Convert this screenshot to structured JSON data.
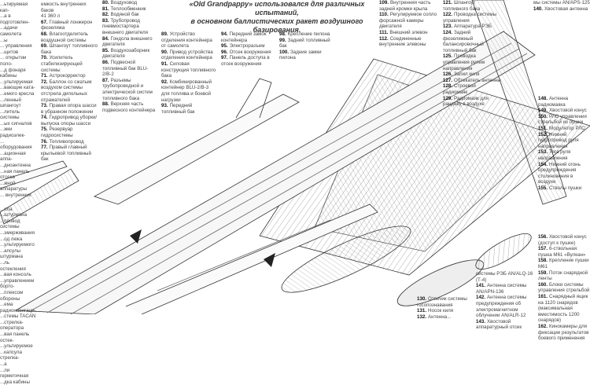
{
  "caption": [
    "«Old Grandpappy» использовался для различных испытаний,",
    "в основном баллистических ракет воздушного базирования."
  ],
  "col_left_top": [
    {
      "n": "",
      "t": "...ьтируемая кап-"
    },
    {
      "n": "",
      "t": "...а в подготовлен-"
    },
    {
      "n": "",
      "t": "...адачи самолета"
    },
    {
      "n": "",
      "t": "...ы"
    },
    {
      "n": "",
      "t": "... управления"
    },
    {
      "n": "",
      "t": "...щитов"
    },
    {
      "n": "",
      "t": "... открытии поло-"
    },
    {
      "n": "",
      "t": "...д фонаря кабины"
    },
    {
      "n": "",
      "t": "...ультируемая"
    },
    {
      "n": "",
      "t": "...вающие ката-"
    },
    {
      "n": "",
      "t": "...емого кресла"
    },
    {
      "n": "",
      "t": "...ленный шпангоут"
    },
    {
      "n": "",
      "t": "...литель системы"
    },
    {
      "n": "",
      "t": "...ых сигналов"
    },
    {
      "n": "",
      "t": "...жки радиоэлек-"
    },
    {
      "n": "",
      "t": "... оборудования"
    },
    {
      "n": "",
      "t": "...ационная аппа-"
    },
    {
      "n": "",
      "t": "...дноантенна"
    },
    {
      "n": "",
      "t": "...ная панель отсека"
    },
    {
      "n": "",
      "t": "...жной аппаратуры"
    },
    {
      "n": "",
      "t": "... внутренних"
    }
  ],
  "col_left_bottom": [
    {
      "n": "",
      "t": "...ола"
    },
    {
      "n": "",
      "t": "...штурмана"
    },
    {
      "n": "",
      "t": "...провод системы"
    },
    {
      "n": "",
      "t": "...эмерживания"
    },
    {
      "n": "",
      "t": "...од люка"
    },
    {
      "n": "",
      "t": "...ультируемого"
    },
    {
      "n": "",
      "t": "...апсулы штурмана"
    },
    {
      "n": "",
      "t": "...ль остекления"
    },
    {
      "n": "",
      "t": "...вая консоль"
    },
    {
      "n": "",
      "t": "...управлением борто-"
    },
    {
      "n": "",
      "t": "...плексом обороны"
    },
    {
      "n": "",
      "t": "...ема радионавигаци-"
    },
    {
      "n": "",
      "t": "...стемы TACAN"
    },
    {
      "n": "",
      "t": "...стрелка-оператора"
    },
    {
      "n": "",
      "t": "...вая панель остек-"
    },
    {
      "n": "",
      "t": "...ультируемое"
    },
    {
      "n": "",
      "t": "...капсула стрелка-"
    },
    {
      "n": "",
      "t": "...а"
    },
    {
      "n": "",
      "t": "...ли герметичная"
    },
    {
      "n": "",
      "t": "...дка кабины"
    }
  ],
  "col2": [
    {
      "n": "",
      "t": "емкость внутренних баков"
    },
    {
      "n": "",
      "t": "41 360 л"
    },
    {
      "n": "67.",
      "t": "Главный лонжерон фюзеляжа"
    },
    {
      "n": "68.",
      "t": "Влагоотделитель воздушной системы"
    },
    {
      "n": "69.",
      "t": "Шпангоут топливного бака"
    },
    {
      "n": "70.",
      "t": "Усилитель стабилизирующей системы"
    },
    {
      "n": "71.",
      "t": "Астрокорректор"
    },
    {
      "n": "72.",
      "t": "Баллон со сжатым воздухом системы отстрела дипольных отражателей"
    },
    {
      "n": "73.",
      "t": "Правая опора шасси в убранном положении"
    },
    {
      "n": "74.",
      "t": "Гидропривод уборки/выпуска опоры шасси"
    },
    {
      "n": "75.",
      "t": "Резервуар гидросистемы"
    },
    {
      "n": "76.",
      "t": "Топливопровод"
    },
    {
      "n": "77.",
      "t": "Правый главный крыльевой топливный бак"
    }
  ],
  "col3": [
    {
      "n": "80.",
      "t": "Воздуховод"
    },
    {
      "n": "81.",
      "t": "Теплообменник"
    },
    {
      "n": "82.",
      "t": "Водяной бак"
    },
    {
      "n": "83.",
      "t": "Трубопровод пневмостартера внешнего двигателя"
    },
    {
      "n": "84.",
      "t": "Гондола внешнего двигателя"
    },
    {
      "n": "85.",
      "t": "Воздухозаборник двигателя"
    },
    {
      "n": "86.",
      "t": "Подвесной топливный бак BLU-2/B-2"
    },
    {
      "n": "87.",
      "t": "Разъемы трубопроводной и электрической систем топливного бака"
    },
    {
      "n": "88.",
      "t": "Верхняя часть подвесного контейнера"
    }
  ],
  "col4": [
    {
      "n": "89.",
      "t": "Устройство отделения контейнера от самолета"
    },
    {
      "n": "90.",
      "t": "Привод устройства отделения контейнера"
    },
    {
      "n": "91.",
      "t": "Силовая конструкция топливного бака"
    },
    {
      "n": "92.",
      "t": "Комбинированный контейнер BLU-2/B-3 для топлива и боевой нагрузки"
    },
    {
      "n": "93.",
      "t": "Передний топливный бак"
    }
  ],
  "col5": [
    {
      "n": "94.",
      "t": "Передний замок контейнера"
    },
    {
      "n": "95.",
      "t": "Электроразъем"
    },
    {
      "n": "96.",
      "t": "Отсек вооружения"
    },
    {
      "n": "97.",
      "t": "Панель доступа в отсек вооружения"
    }
  ],
  "col6": [
    {
      "n": "98.",
      "t": "Крепление пилона"
    },
    {
      "n": "99.",
      "t": "Задний топливный бак"
    },
    {
      "n": "100.",
      "t": "Задние замки пилона"
    }
  ],
  "col7": [
    {
      "n": "109.",
      "t": "Внутренняя часть задней кромки крыла"
    },
    {
      "n": "110.",
      "t": "Регулируемое сопло форсажной камеры двигателя"
    },
    {
      "n": "111.",
      "t": "Внешний элевон"
    },
    {
      "n": "112.",
      "t": "Соединенные внутренние элевоны"
    }
  ],
  "col8": [
    {
      "n": "121.",
      "t": "Шпангоут топливного бака"
    },
    {
      "n": "122.",
      "t": "Проводка системы управления"
    },
    {
      "n": "123.",
      "t": "Аппаратура РЭБ"
    },
    {
      "n": "124.",
      "t": "Задний фюзеляжный балансировочный топливный бак"
    },
    {
      "n": "125.",
      "t": "Проводка управления рулем направления"
    },
    {
      "n": "126.",
      "t": "Запил киля"
    },
    {
      "n": "127.",
      "t": "Обтекатель антенны"
    },
    {
      "n": "128.",
      "t": "Строевой радиомаяк"
    },
    {
      "n": "129.",
      "t": "Радиомаяк для рандеву в воздухе"
    }
  ],
  "col9": [
    {
      "n": "",
      "t": "мы системы AN/APS-125"
    },
    {
      "n": "140.",
      "t": "Хвостовая антенна"
    }
  ],
  "col10": [
    {
      "n": "148.",
      "t": "Антенна радиомаяка"
    },
    {
      "n": "149.",
      "t": "Хвостовой конус"
    },
    {
      "n": "150.",
      "t": "РЛС управления стрельбой из пушки"
    },
    {
      "n": "151.",
      "t": "Модулятор РЛС"
    },
    {
      "n": "152.",
      "t": "Нижний гидропривод руля направления"
    },
    {
      "n": "153.",
      "t": "Тяга руля направления"
    },
    {
      "n": "154.",
      "t": "Нижний огонь предупреждения столкновения в воздухе"
    },
    {
      "n": "155.",
      "t": "Стволы пушки"
    }
  ],
  "col11": [
    {
      "n": "156.",
      "t": "Хвостовой конус (доступ к пушке)"
    },
    {
      "n": "157.",
      "t": "6-ствольная пушка М61 «Вулкан»"
    },
    {
      "n": "158.",
      "t": "Крепление пушки М61"
    },
    {
      "n": "159.",
      "t": "Поток снарядной ленты"
    },
    {
      "n": "160.",
      "t": "Блоки системы управления стрельбой"
    },
    {
      "n": "161.",
      "t": "Снарядный ящик на 1120 снарядов (максимальная вместимость 1200 снарядов)"
    },
    {
      "n": "162.",
      "t": "Кинокамеры для фиксации результатов боевого применения"
    }
  ],
  "col12": [
    {
      "n": "",
      "t": "системы РЭБ AN/ALQ-16 (Т-4)"
    },
    {
      "n": "141.",
      "t": "Антенна системы AN/APN-136"
    },
    {
      "n": "142.",
      "t": "Антенна системы предупреждения об электромагнитном облучении AN/ALR-12"
    },
    {
      "n": "143.",
      "t": "Хвостовой аппаратурный отсек"
    }
  ],
  "col13": [
    {
      "n": "130.",
      "t": "Отвечик системы госопознавания"
    },
    {
      "n": "131.",
      "t": "Носок киля"
    },
    {
      "n": "132.",
      "t": "Антенна..."
    }
  ]
}
